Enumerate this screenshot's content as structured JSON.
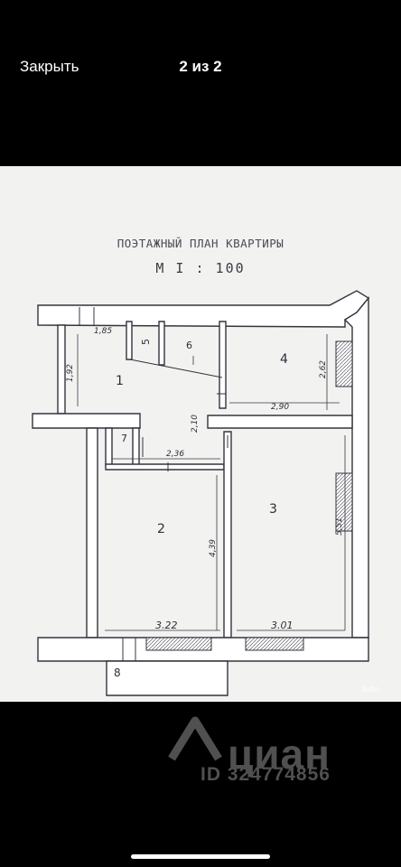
{
  "header": {
    "close_label": "Закрыть",
    "counter": "2 из 2"
  },
  "plan": {
    "title": "ПОЭТАЖНЫЙ ПЛАН КВАРТИРЫ",
    "scale": "М I : 100",
    "rooms": {
      "r1": "1",
      "r2": "2",
      "r3": "3",
      "r4": "4",
      "r5": "5",
      "r6": "6",
      "r7": "7",
      "r8": "8"
    },
    "dims": {
      "d185": "1,85",
      "d192": "1,92",
      "d262": "2,62",
      "d290": "2,90",
      "d210": "2,10",
      "d236": "2,36",
      "d439": "4,39",
      "d551": "5,51",
      "d322": "3.22",
      "d301": "3.01"
    }
  },
  "watermarks": {
    "avito": "Avito",
    "cian": "циан",
    "cian_id": "ID 324774856"
  }
}
